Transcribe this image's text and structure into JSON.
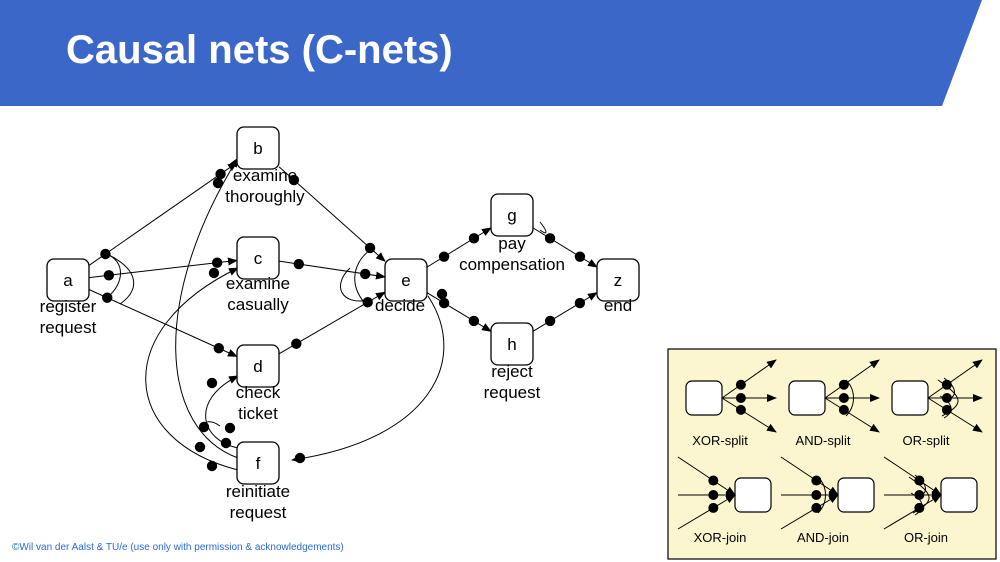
{
  "title": "Causal nets (C-nets)",
  "footer": "©Wil van der Aalst & TU/e (use only with permission & acknowledgements)",
  "colors": {
    "banner": "#3b67c9",
    "legend_bg": "#fbf6cf",
    "node_stroke": "#000000"
  },
  "nodes": [
    {
      "id": "a",
      "letter": "a",
      "label": [
        "register",
        "request"
      ]
    },
    {
      "id": "b",
      "letter": "b",
      "label": [
        "examine",
        "thoroughly"
      ]
    },
    {
      "id": "c",
      "letter": "c",
      "label": [
        "examine",
        "casually"
      ]
    },
    {
      "id": "d",
      "letter": "d",
      "label": [
        "check",
        "ticket"
      ]
    },
    {
      "id": "e",
      "letter": "e",
      "label": [
        "decide"
      ]
    },
    {
      "id": "f",
      "letter": "f",
      "label": [
        "reinitiate",
        "request"
      ]
    },
    {
      "id": "g",
      "letter": "g",
      "label": [
        "pay",
        "compensation"
      ]
    },
    {
      "id": "h",
      "letter": "h",
      "label": [
        "reject",
        "request"
      ]
    },
    {
      "id": "z",
      "letter": "z",
      "label": [
        "end"
      ]
    }
  ],
  "edges": [
    [
      "a",
      "b"
    ],
    [
      "a",
      "c"
    ],
    [
      "a",
      "d"
    ],
    [
      "b",
      "e"
    ],
    [
      "c",
      "e"
    ],
    [
      "d",
      "e"
    ],
    [
      "e",
      "g"
    ],
    [
      "e",
      "h"
    ],
    [
      "g",
      "z"
    ],
    [
      "h",
      "z"
    ],
    [
      "e",
      "f"
    ],
    [
      "f",
      "b"
    ],
    [
      "f",
      "c"
    ],
    [
      "f",
      "d"
    ]
  ],
  "legend": {
    "items": [
      "XOR-split",
      "AND-split",
      "OR-split",
      "XOR-join",
      "AND-join",
      "OR-join"
    ]
  }
}
